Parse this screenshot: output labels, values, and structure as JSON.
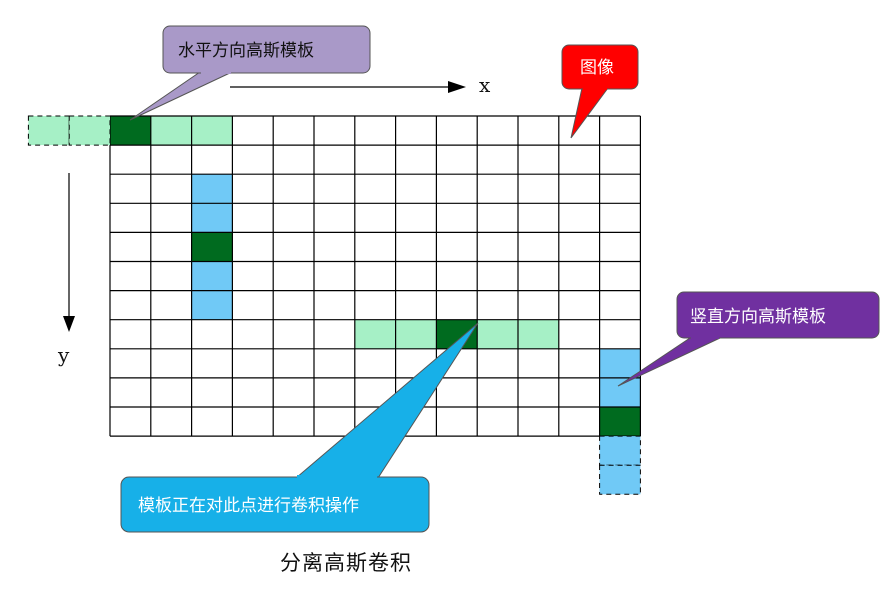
{
  "axes": {
    "x_label": "x",
    "y_label": "y"
  },
  "callouts": {
    "horizontal_kernel": "水平方向高斯模板",
    "image": "图像",
    "vertical_kernel": "竖直方向高斯模板",
    "convolving": "模板正在对此点进行卷积操作"
  },
  "caption": "分离高斯卷积",
  "grid": {
    "rows": 11,
    "cols": 13
  },
  "colors": {
    "center": "#006b1f",
    "horizontal_kernel": "#a6f0c6",
    "vertical_kernel": "#70c9f6",
    "grid_line": "#000000",
    "horizontal_callout": "#a999c8",
    "image_callout": "#ff0000",
    "vertical_callout": "#7030a0",
    "convolving_callout": "#17b0e8"
  },
  "kernels": {
    "top_horizontal": {
      "row": 0,
      "col_start": -2,
      "center": 0,
      "col_end": 2,
      "cells_outside_grid": 2
    },
    "inner_vertical": {
      "col": 2,
      "row_start": 2,
      "center": 4,
      "row_end": 6
    },
    "inner_horizontal": {
      "row": 7,
      "col_start": 6,
      "center": 8,
      "col_end": 10
    },
    "right_vertical": {
      "col": 12,
      "row_start": 8,
      "center": 10,
      "row_end": 12,
      "cells_outside_grid": 2
    }
  }
}
